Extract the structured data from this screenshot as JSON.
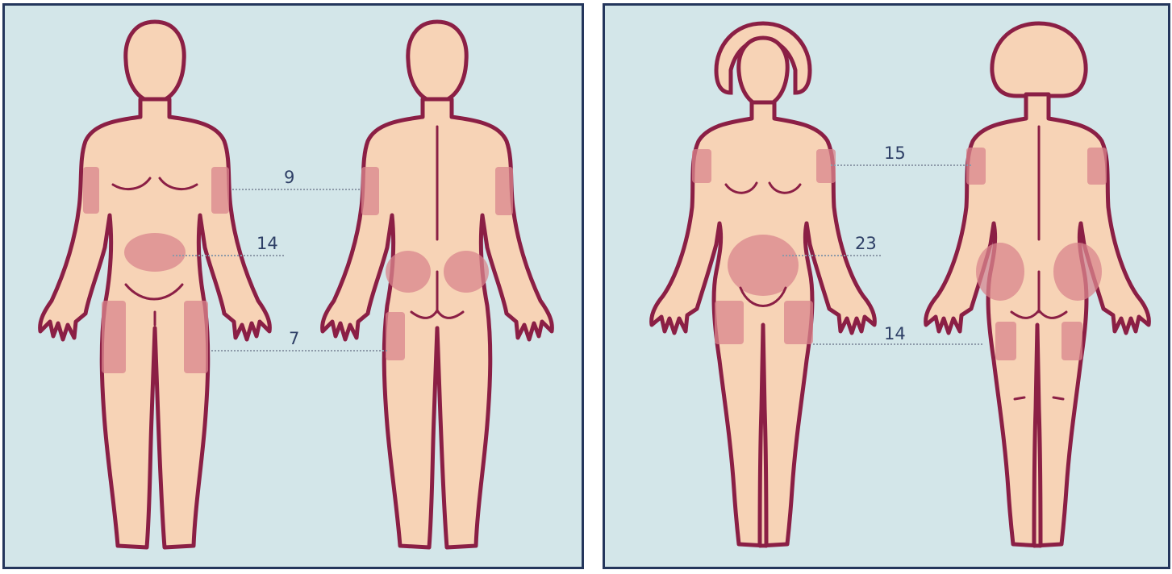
{
  "colors": {
    "panel_background": "#d3e6e9",
    "panel_border": "#24365c",
    "skin": "#f7d3b6",
    "outline": "#8b1f45",
    "injection_zone": "#d9868c",
    "label": "#2e3f66"
  },
  "male_panel": {
    "upper_arm_value": "9",
    "abdomen_value": "14",
    "thigh_buttock_value": "7"
  },
  "female_panel": {
    "upper_arm_value": "15",
    "abdomen_value": "23",
    "thigh_buttock_value": "14"
  }
}
